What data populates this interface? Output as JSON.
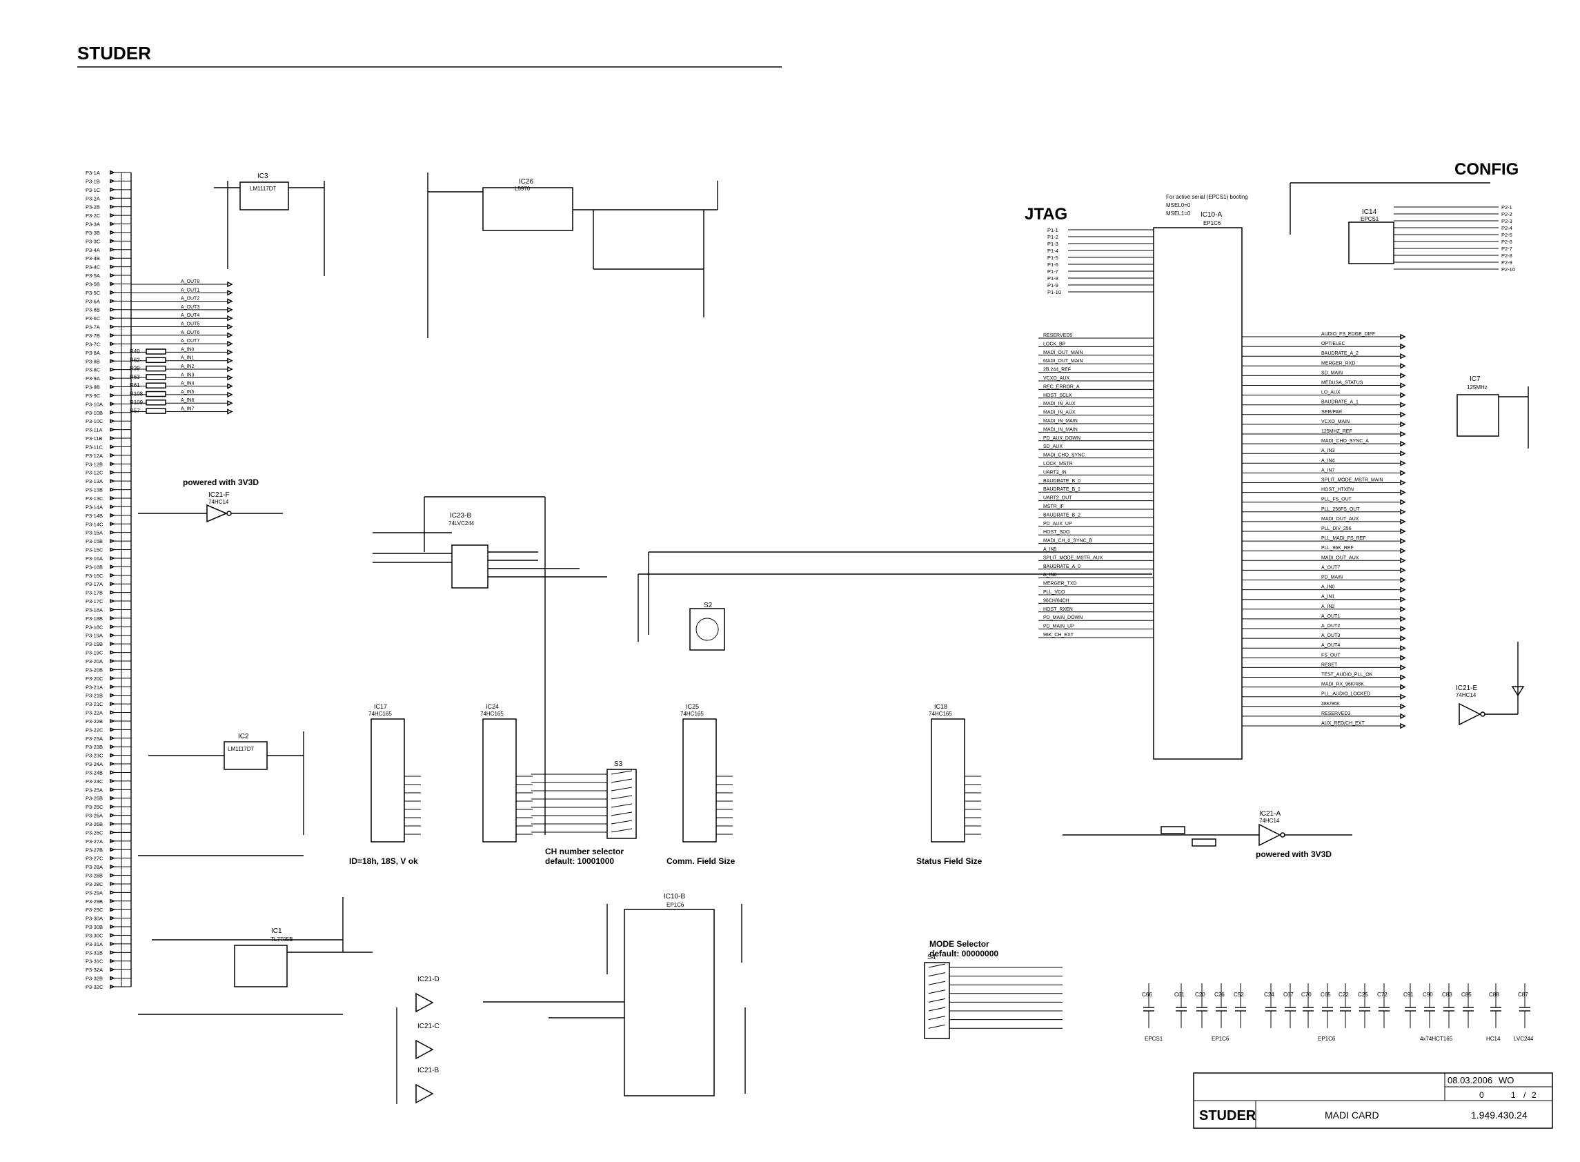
{
  "header": {
    "logo": "STUDER"
  },
  "titles": {
    "config": "CONFIG",
    "jtag": "JTAG",
    "boot_note_1": "For active serial (EPCS1) booting",
    "boot_note_2": "MSEL0=0",
    "boot_note_3": "MSEL1=0",
    "powered_1": "powered with 3V3D",
    "powered_2": "powered with 3V3D",
    "id_note": "ID=18h, 18S, V ok",
    "ch_sel_1": "CH number selector",
    "ch_sel_2": "default: 10001000",
    "comm_field": "Comm. Field Size",
    "status_field": "Status Field Size",
    "mode_sel_1": "MODE Selector",
    "mode_sel_2": "default: 00000000"
  },
  "connector_p3": [
    "P3-1A",
    "P3-1B",
    "P3-1C",
    "P3-2A",
    "P3-2B",
    "P3-2C",
    "P3-3A",
    "P3-3B",
    "P3-3C",
    "P3-4A",
    "P3-4B",
    "P3-4C",
    "P3-5A",
    "P3-5B",
    "P3-5C",
    "P3-6A",
    "P3-6B",
    "P3-6C",
    "P3-7A",
    "P3-7B",
    "P3-7C",
    "P3-8A",
    "P3-8B",
    "P3-8C",
    "P3-9A",
    "P3-9B",
    "P3-9C",
    "P3-10A",
    "P3-10B",
    "P3-10C",
    "P3-11A",
    "P3-11B",
    "P3-11C",
    "P3-12A",
    "P3-12B",
    "P3-12C",
    "P3-13A",
    "P3-13B",
    "P3-13C",
    "P3-14A",
    "P3-14B",
    "P3-14C",
    "P3-15A",
    "P3-15B",
    "P3-15C",
    "P3-16A",
    "P3-16B",
    "P3-16C",
    "P3-17A",
    "P3-17B",
    "P3-17C",
    "P3-18A",
    "P3-18B",
    "P3-18C",
    "P3-19A",
    "P3-19B",
    "P3-19C",
    "P3-20A",
    "P3-20B",
    "P3-20C",
    "P3-21A",
    "P3-21B",
    "P3-21C",
    "P3-22A",
    "P3-22B",
    "P3-22C",
    "P3-23A",
    "P3-23B",
    "P3-23C",
    "P3-24A",
    "P3-24B",
    "P3-24C",
    "P3-25A",
    "P3-25B",
    "P3-25C",
    "P3-26A",
    "P3-26B",
    "P3-26C",
    "P3-27A",
    "P3-27B",
    "P3-27C",
    "P3-28A",
    "P3-28B",
    "P3-28C",
    "P3-29A",
    "P3-29B",
    "P3-29C",
    "P3-30A",
    "P3-30B",
    "P3-30C",
    "P3-31A",
    "P3-31B",
    "P3-31C",
    "P3-32A",
    "P3-32B",
    "P3-32C"
  ],
  "connector_p2": [
    "P2-1",
    "P2-2",
    "P2-3",
    "P2-4",
    "P2-5",
    "P2-6",
    "P2-7",
    "P2-8",
    "P2-9",
    "P2-10"
  ],
  "jtag_pins": [
    "P1-1",
    "P1-2",
    "P1-3",
    "P1-4",
    "P1-5",
    "P1-6",
    "P1-7",
    "P1-8",
    "P1-9",
    "P1-10"
  ],
  "left_nets": [
    "A_OUT8",
    "A_OUT1",
    "A_OUT2",
    "A_OUT3",
    "A_OUT4",
    "A_OUT5",
    "A_OUT6",
    "A_OUT7",
    "A_IN0",
    "A_IN1",
    "A_IN2",
    "A_IN3",
    "A_IN4",
    "A_IN5",
    "A_IN6",
    "A_IN7"
  ],
  "left_resistors": [
    "R40",
    "R62",
    "R39",
    "R63",
    "R61",
    "R108",
    "R109",
    "R57"
  ],
  "fpga_left_signals": [
    "RESERVED5",
    "LOCK_BP",
    "MADI_OUT_MAIN",
    "MADI_OUT_MAIN",
    "2B.244_REF",
    "VCXO_AUX",
    "REC_ERROR_A",
    "HOST_SCLK",
    "MADI_IN_AUX",
    "MADI_IN_AUX",
    "MADI_IN_MAIN",
    "MADI_IN_MAIN",
    "PD_AUX_DOWN",
    "SD_AUX",
    "MADI_CHO_SYNC",
    "LOCK_MSTR",
    "UART2_IN",
    "BAUDRATE_B_0",
    "BAUDRATE_B_1",
    "UART2_OUT",
    "MSTR_IF",
    "BAUDRATE_B_2",
    "PD_AUX_UP",
    "HOST_SDO",
    "MADI_CH_0_SYNC_B",
    "A_IN5",
    "SPLIT_MODE_MSTR_AUX",
    "BAUDRATE_A_0",
    "A_IN6",
    "MERGER_TXD",
    "PLL_VCO",
    "96CH/64CH",
    "HOST_RXEN",
    "PD_MAIN_DOWN",
    "PD_MAIN_UP",
    "96K_CH_EXT"
  ],
  "fpga_right_signals": [
    "AUDIO_FS_EDGE_DIFF",
    "OPT/ELEC",
    "BAUDRATE_A_2",
    "MERGER_RXD",
    "SD_MAIN",
    "MEDUSA_STATUS",
    "LO_AUX",
    "BAUDRATE_A_1",
    "SER/PAR",
    "VCXO_MAIN",
    "125MHZ_REF",
    "MADI_CHO_SYNC_A",
    "A_IN3",
    "A_IN4",
    "A_IN7",
    "SPLIT_MODE_MSTR_MAIN",
    "HOST_HTXEN",
    "PLL_FS_OUT",
    "PLL_256FS_OUT",
    "MADI_OUT_AUX",
    "PLL_DIV_256",
    "PLL_MADI_FS_REF",
    "PLL_96K_REF",
    "MADI_OUT_AUX",
    "A_OUT7",
    "PD_MAIN",
    "A_IN0",
    "A_IN1",
    "A_IN2",
    "A_OUT1",
    "A_OUT2",
    "A_OUT3",
    "A_OUT4",
    "FS_OUT",
    "RESET",
    "TEST_AUDIO_PLL_OK",
    "MADI_RX_96K/48K",
    "PLL_AUDIO_LOCKED",
    "48K/96K",
    "RESERVED3",
    "AUX_RED/CH_EXT"
  ],
  "chips": {
    "ic3": "IC3",
    "ic3_type": "LM1117DT",
    "ic26": "IC26",
    "ic26_type": "L5970",
    "ic10a": "IC10-A",
    "ic10a_type": "EP1C6",
    "ic14": "IC14",
    "ic14_type": "EPCS1",
    "ic7": "IC7",
    "ic7_type": "125MHz",
    "ic23b": "IC23-B",
    "ic23b_type": "74LVC244",
    "ic21f": "IC21-F",
    "ic21f_type": "74HC14",
    "ic2": "IC2",
    "ic2_type": "LM1117DT",
    "ic17": "IC17",
    "ic17_type": "74HC165",
    "ic24": "IC24",
    "ic24_type": "74HC165",
    "ic25": "IC25",
    "ic25_type": "74HC165",
    "ic18": "IC18",
    "ic18_type": "74HC165",
    "ic21a": "IC21-A",
    "ic21a_type": "74HC14",
    "ic21e": "IC21-E",
    "ic21e_type": "74HC14",
    "ic1": "IC1",
    "ic1_type": "TL7705B",
    "ic10b": "IC10-B",
    "ic10b_type": "EP1C6",
    "ic21d": "IC21-D",
    "ic21c": "IC21-C",
    "ic21b": "IC21-B",
    "ic21_type": "74HC14",
    "s2": "S2",
    "s3": "S3",
    "s4": "S4"
  },
  "decoupling": {
    "groups": [
      "EPCS1",
      "EP1C6",
      "EP1C6",
      "4x74HCT165",
      "HC14",
      "LVC244"
    ],
    "caps": [
      "C66",
      "C61",
      "C20",
      "C26",
      "C52",
      "C24",
      "C67",
      "C70",
      "C65",
      "C22",
      "C25",
      "C72",
      "C91",
      "C90",
      "C83",
      "C85",
      "C88",
      "C87"
    ]
  },
  "title_block": {
    "date": "08.03.2006",
    "author": "WO",
    "index": "0",
    "sheet": "1",
    "sheets": "2",
    "company": "STUDER",
    "title": "MADI CARD",
    "drawing_no": "1.949.430.24"
  },
  "colors": {
    "ink": "#000000",
    "paper": "#ffffff"
  }
}
